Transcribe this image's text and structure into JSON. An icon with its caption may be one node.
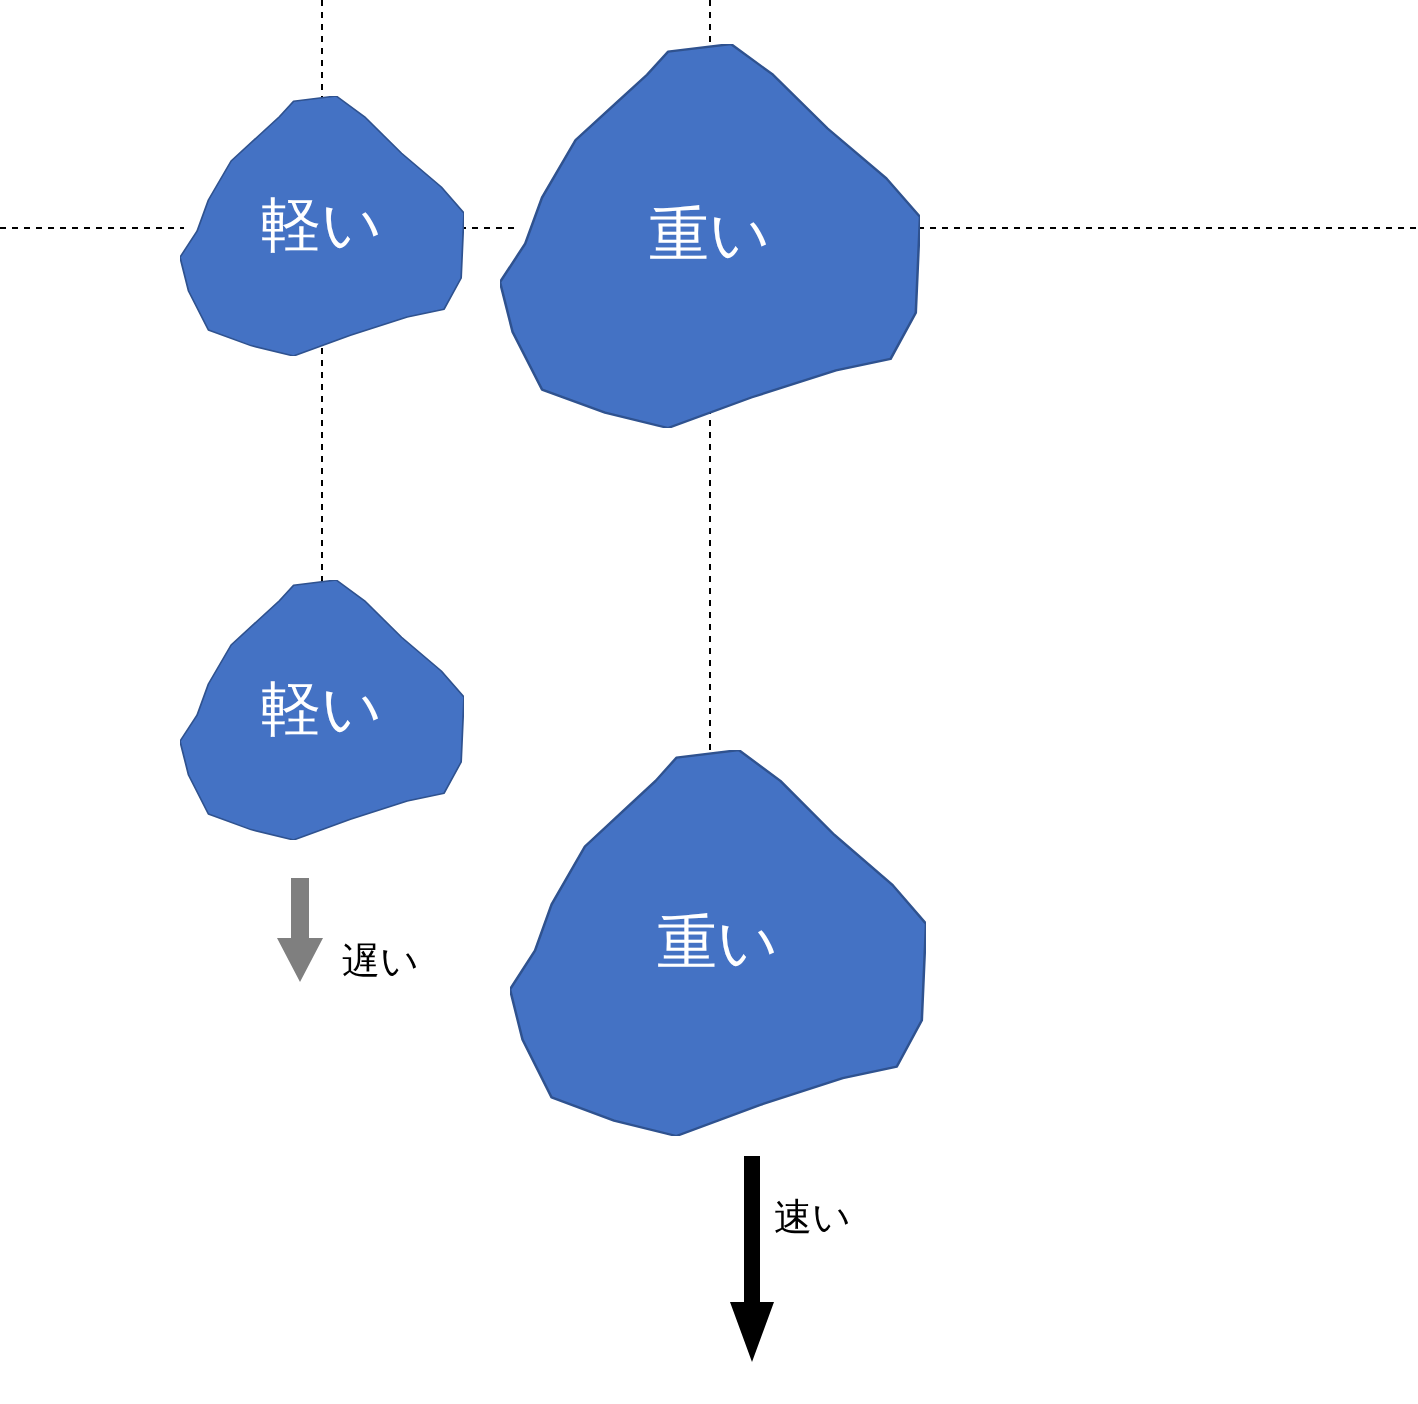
{
  "diagram": {
    "nodes": [
      {
        "text": [
          "軽い"
        ]
      },
      {
        "text": [
          "重い"
        ]
      },
      {
        "text": [
          "軽い"
        ]
      },
      {
        "text": [
          "重い"
        ]
      }
    ],
    "labels": [
      "遅い",
      "速い"
    ]
  }
}
